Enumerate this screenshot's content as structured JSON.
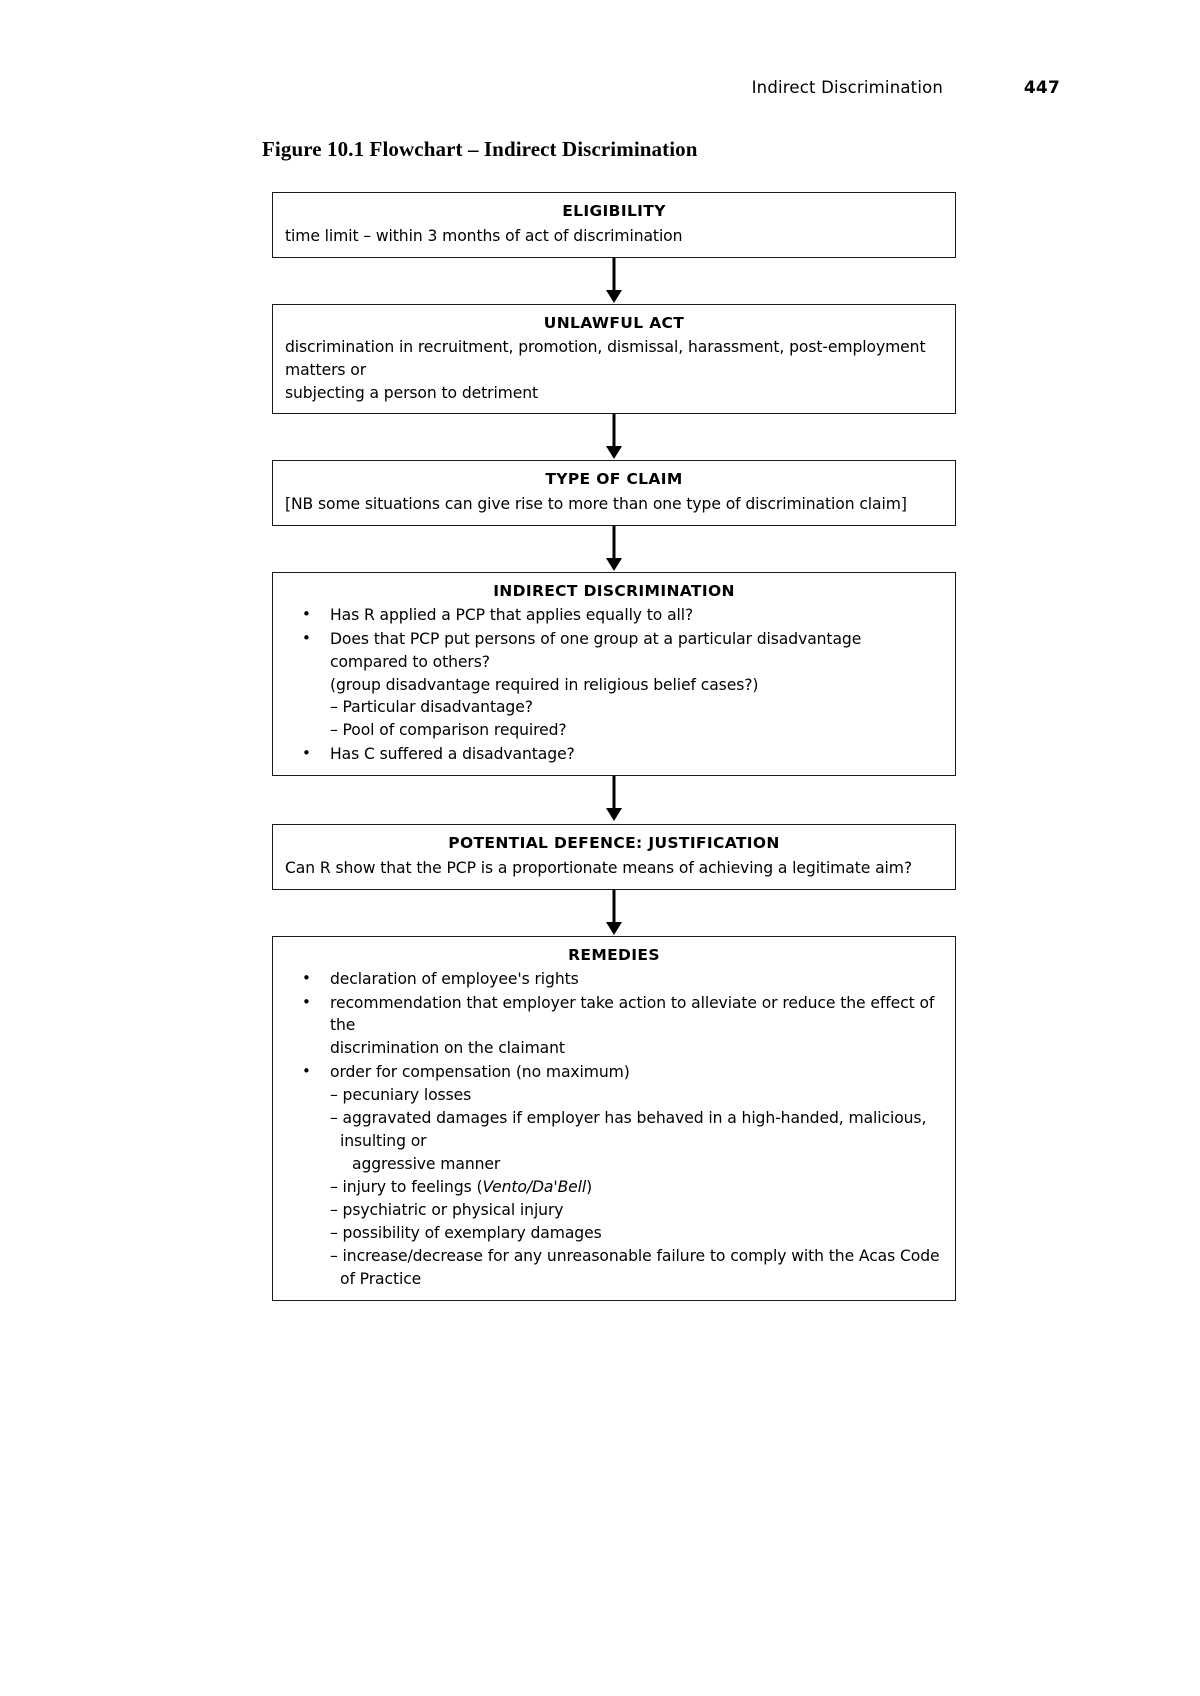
{
  "header": {
    "running_title": "Indirect Discrimination",
    "page_number": "447"
  },
  "figure": {
    "caption": "Figure 10.1 Flowchart – Indirect Discrimination"
  },
  "flowchart": {
    "type": "flowchart",
    "orientation": "vertical",
    "connector": "down-arrow",
    "nodes": [
      {
        "id": "eligibility",
        "title": "ELIGIBILITY",
        "lines": [
          "time limit – within 3 months of act of discrimination"
        ]
      },
      {
        "id": "unlawful-act",
        "title": "UNLAWFUL ACT",
        "lines": [
          "discrimination in recruitment, promotion, dismissal, harassment, post-employment matters or",
          "subjecting a person to detriment"
        ]
      },
      {
        "id": "type-of-claim",
        "title": "TYPE OF CLAIM",
        "lines": [
          "[NB some situations can give rise to more than one type of discrimination claim]"
        ]
      },
      {
        "id": "indirect-discrimination",
        "title": "INDIRECT DISCRIMINATION",
        "bullets": [
          {
            "text": "Has R applied a PCP that applies equally to all?"
          },
          {
            "text": "Does that PCP put persons of one group at a particular disadvantage compared to others?",
            "sub": [
              "(group disadvantage required in religious belief cases?)"
            ],
            "dashes": [
              "– Particular disadvantage?",
              "– Pool of comparison required?"
            ]
          },
          {
            "text": "Has C suffered a disadvantage?"
          }
        ]
      },
      {
        "id": "potential-defence",
        "title": "POTENTIAL DEFENCE: JUSTIFICATION",
        "lines": [
          "Can R show that the PCP is a proportionate means of achieving a legitimate aim?"
        ]
      },
      {
        "id": "remedies",
        "title": "REMEDIES",
        "bullets": [
          {
            "text": "declaration of employee's rights"
          },
          {
            "text": "recommendation that employer take action to alleviate or reduce the effect of the",
            "wrap": "discrimination on the claimant"
          },
          {
            "text": "order for compensation (no maximum)",
            "dashes": [
              "– pecuniary losses",
              "– aggravated damages if employer has behaved in a high-handed, malicious, insulting or",
              "– injury to feelings (Vento/Da'Bell)",
              "– psychiatric or physical injury",
              "– possibility of exemplary damages",
              "– increase/decrease for any unreasonable failure to comply with the Acas Code of Practice"
            ],
            "dash_continuations": {
              "1": "aggressive manner"
            },
            "italic_fragments": {
              "2": "Vento/Da'Bell"
            }
          }
        ]
      }
    ]
  }
}
